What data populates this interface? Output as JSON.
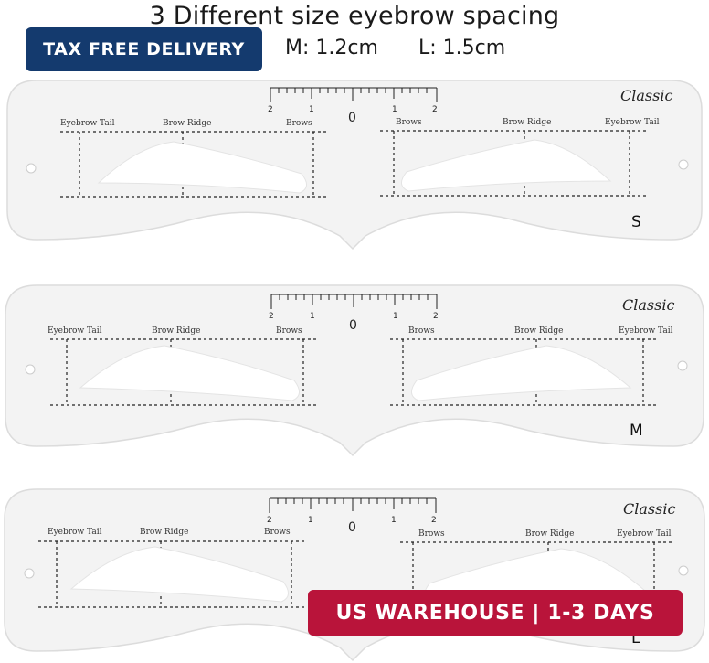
{
  "title": "3 Different size eyebrow spacing",
  "size_notes": {
    "m": "M: 1.2cm",
    "l": "L: 1.5cm"
  },
  "badges": {
    "tax": "TAX FREE DELIVERY",
    "warehouse": "US WAREHOUSE | 1-3 DAYS"
  },
  "stencil_labels": {
    "tail": "Eyebrow Tail",
    "ridge": "Brow Ridge",
    "brows": "Brows",
    "brand": "Classic",
    "zero": "0",
    "ruler_numbers": [
      "2",
      "1",
      "1",
      "2"
    ]
  },
  "stencils": [
    {
      "size": "S"
    },
    {
      "size": "M"
    },
    {
      "size": "L"
    }
  ],
  "colors": {
    "stencil_fill": "#f3f3f3",
    "stencil_stroke": "#dcdcdc",
    "line": "#222222",
    "tax_badge": "#143a6e",
    "warehouse_badge": "#b9143a"
  }
}
